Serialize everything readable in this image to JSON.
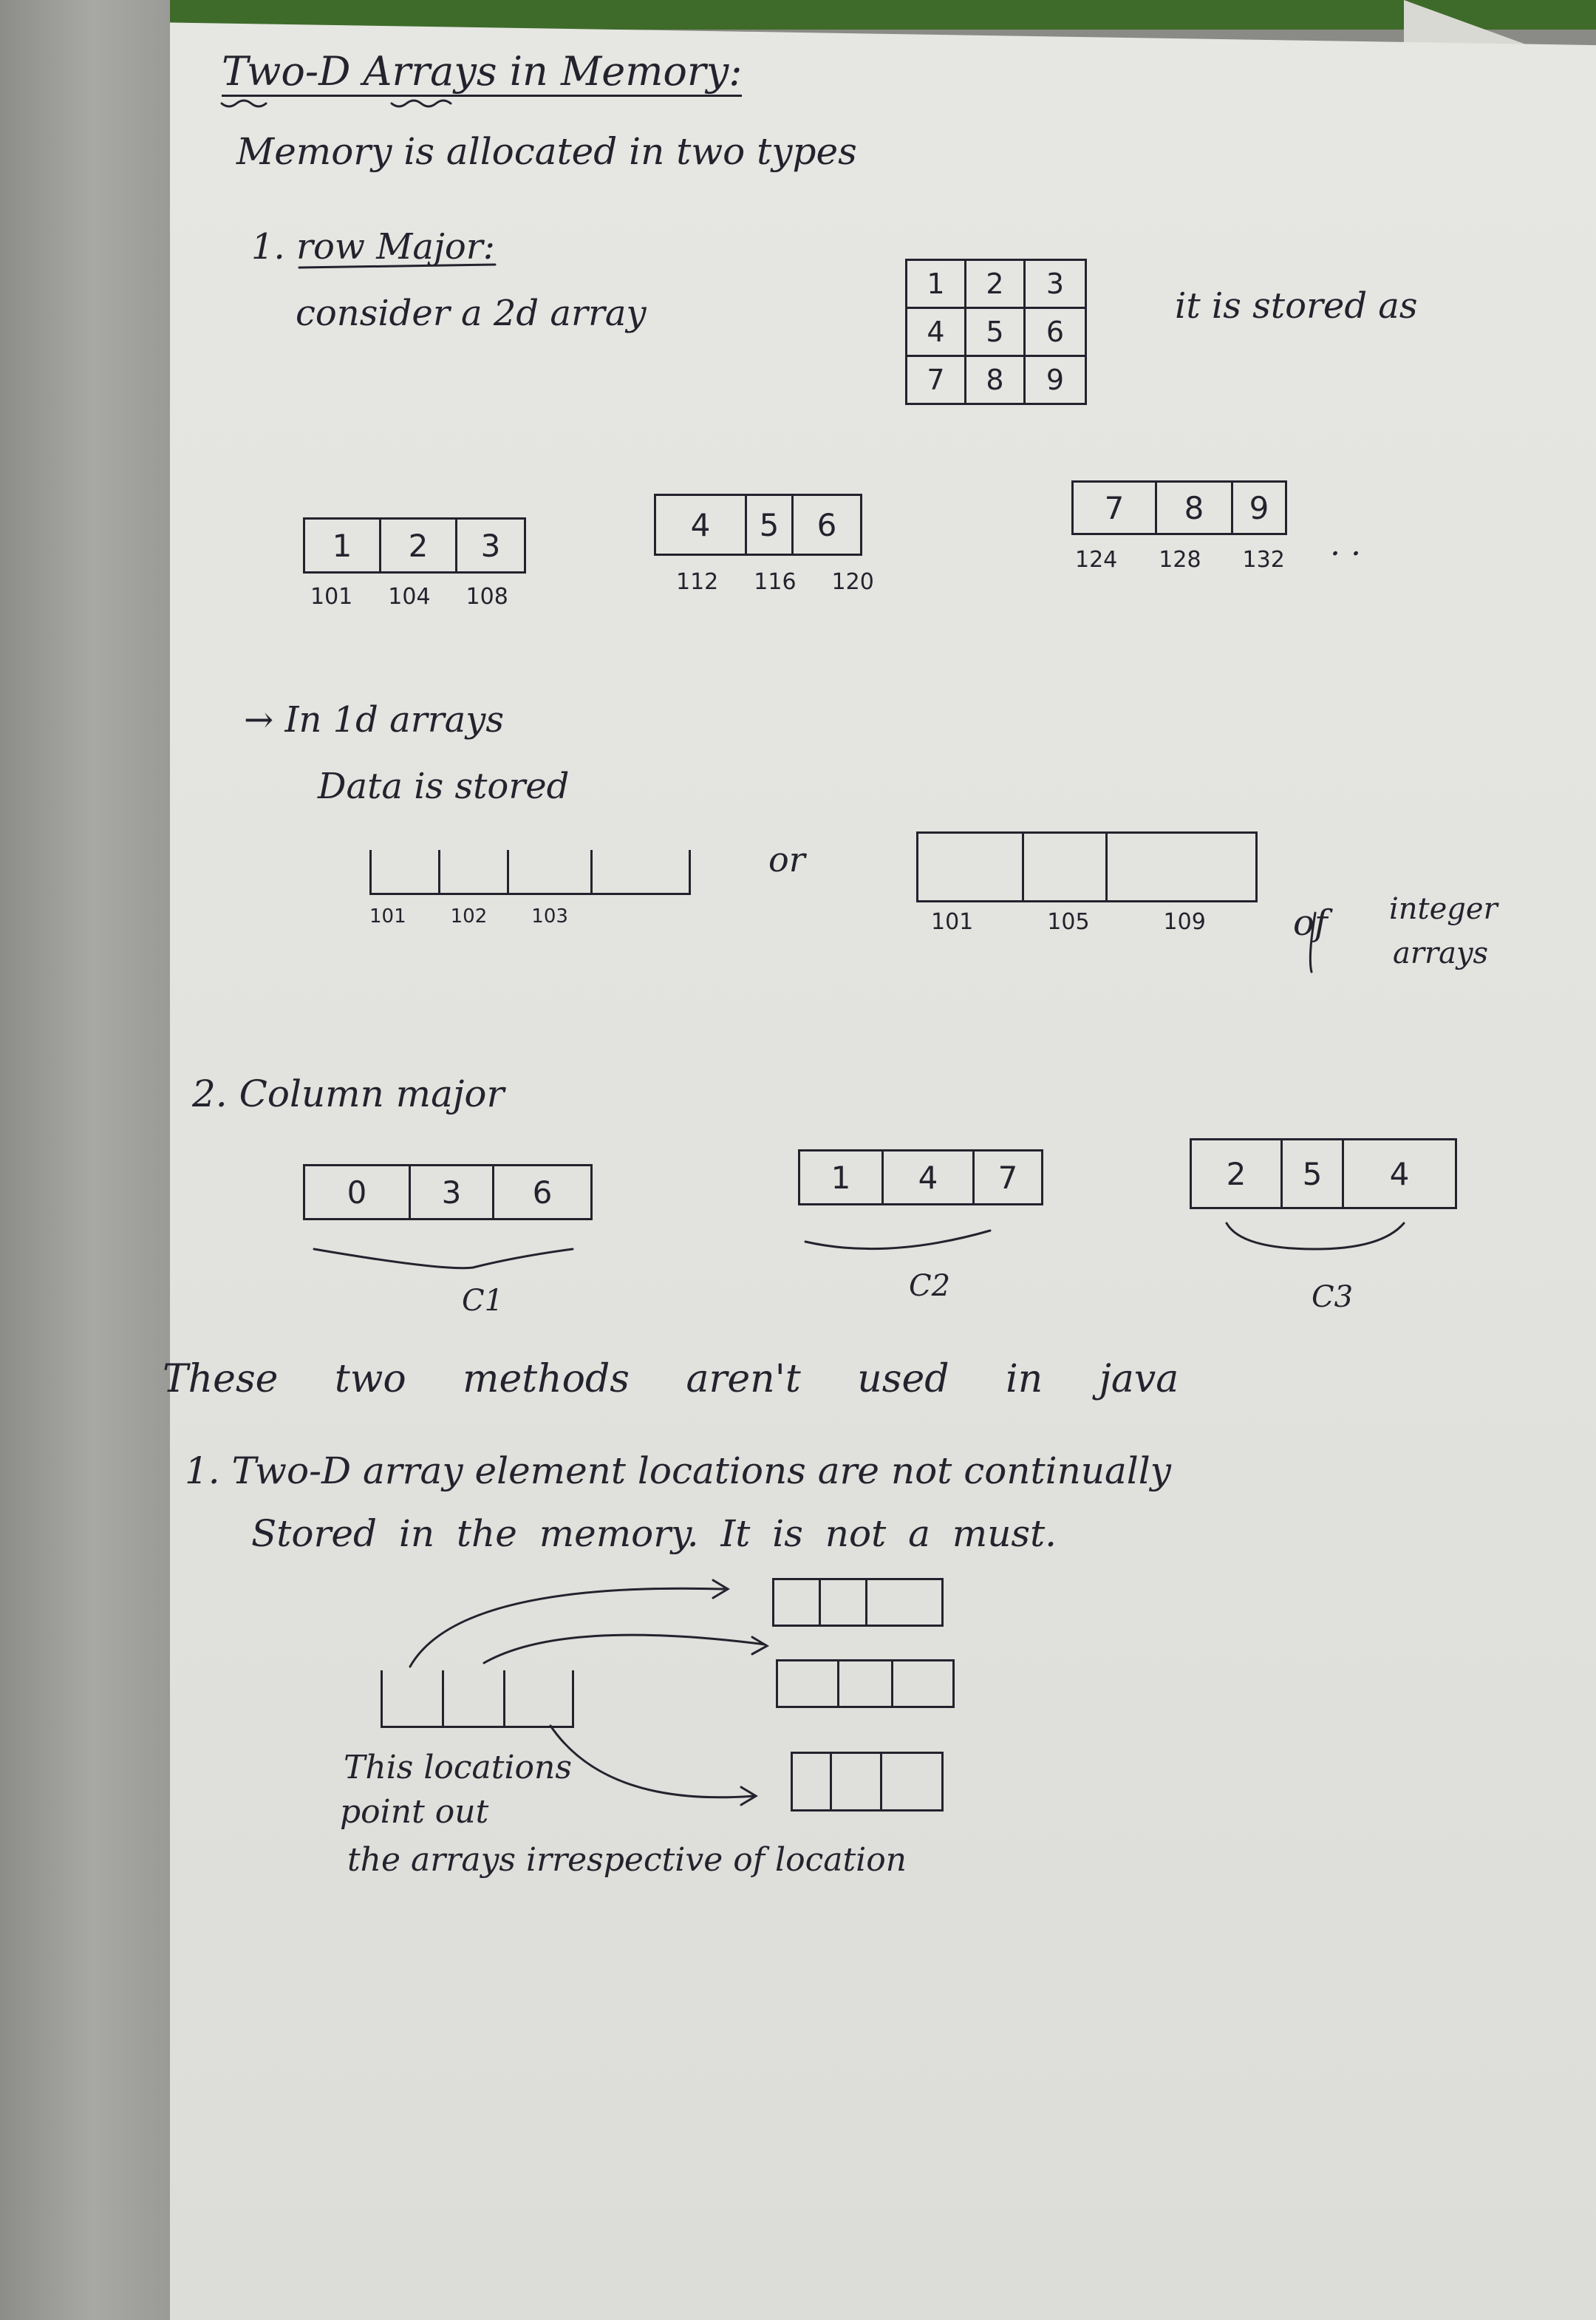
{
  "title": "Two-D Arrays in Memory:",
  "intro": "Memory is allocated in two types",
  "row_major": {
    "heading": "1. row Major:",
    "consider": "consider a 2d array",
    "grid": [
      "1",
      "2",
      "3",
      "4",
      "5",
      "6",
      "7",
      "8",
      "9"
    ],
    "stored_as": "it is stored as",
    "rows": [
      {
        "cells": [
          "1",
          "2",
          "3"
        ],
        "addrs": [
          "101",
          "104",
          "108"
        ]
      },
      {
        "cells": [
          "4",
          "5",
          "6"
        ],
        "addrs": [
          "112",
          "116",
          "120"
        ]
      },
      {
        "cells": [
          "7",
          "8",
          "9"
        ],
        "addrs": [
          "124",
          "128",
          "132"
        ]
      }
    ],
    "trail": ". ."
  },
  "one_d": {
    "line1": "→ In 1d arrays",
    "line2": "Data is stored",
    "left_addrs": [
      "101",
      "102",
      "103"
    ],
    "or": "or",
    "right_addrs": [
      "101",
      "105",
      "109"
    ],
    "note_of": "of",
    "note_integer": "integer",
    "note_arrays": "arrays"
  },
  "column_major": {
    "heading": "2. Column major",
    "columns": [
      {
        "cells": [
          "0",
          "3",
          "6"
        ],
        "label": "C1"
      },
      {
        "cells": [
          "1",
          "4",
          "7"
        ],
        "label": "C2"
      },
      {
        "cells": [
          "2",
          "5",
          "4"
        ],
        "label": "C3"
      }
    ]
  },
  "java_note": "These two methods aren't used in java",
  "point1_line1": "1. Two-D array element locations are not continually",
  "point1_line2": "Stored in the memory. It is not a must.",
  "caption": {
    "line1": "This locations",
    "line2": "point out",
    "line3": "the arrays irrespective of location"
  }
}
